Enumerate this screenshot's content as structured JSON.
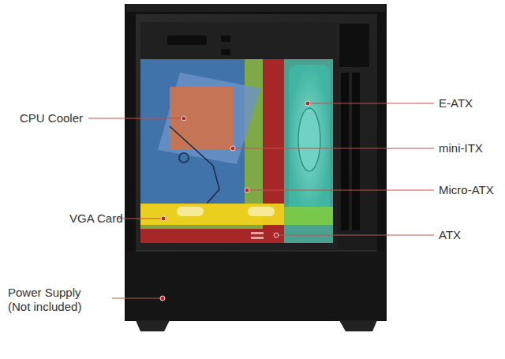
{
  "diagram": {
    "labels": [
      "CPU Cooler",
      "VGA Card",
      "Power Supply (Not included)",
      "E-ATX",
      "mini-ITX",
      "Micro-ATX",
      "ATX"
    ]
  }
}
